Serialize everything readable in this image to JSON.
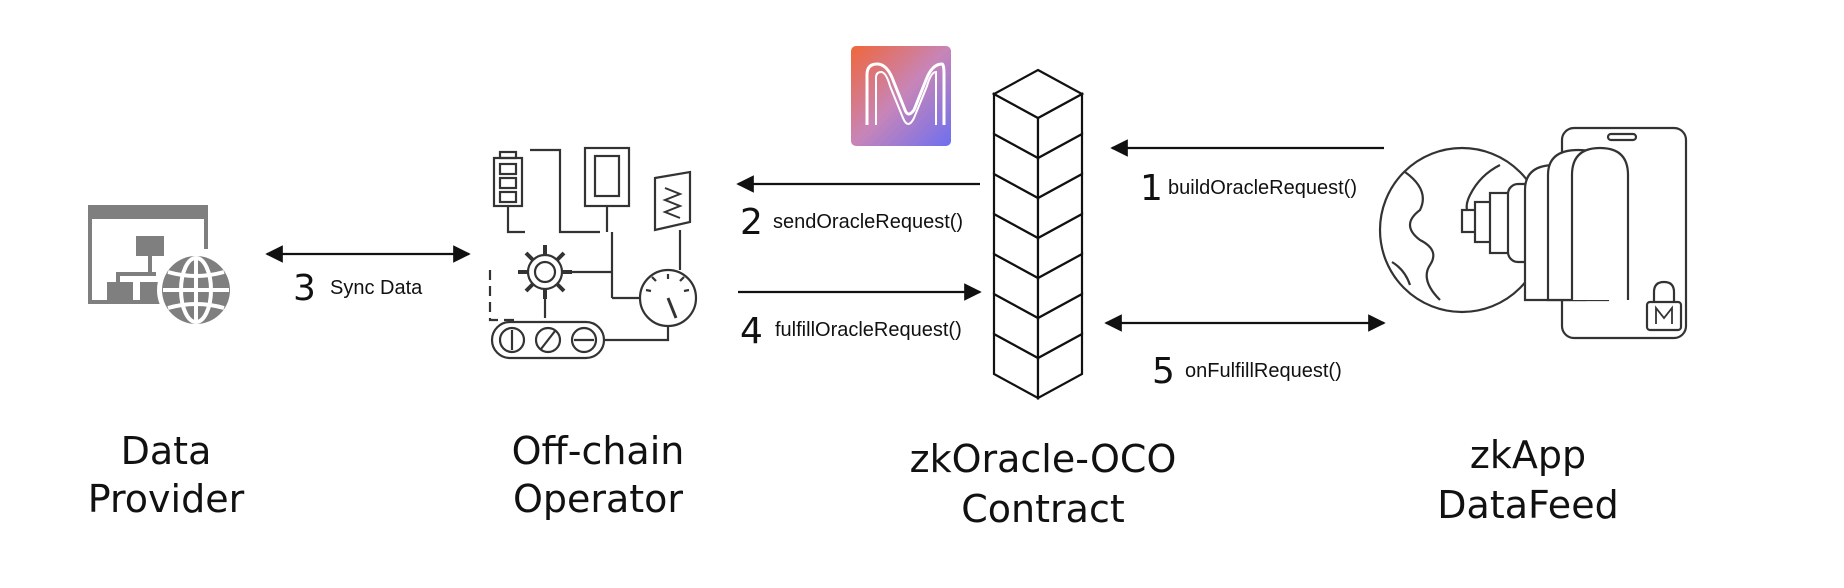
{
  "entities": {
    "data_provider": {
      "line1": "Data",
      "line2": "Provider"
    },
    "operator": {
      "line1": "Off-chain",
      "line2": "Operator"
    },
    "contract": {
      "line1": "zkOracle-OCO",
      "line2": "Contract"
    },
    "datafeed": {
      "line1": "zkApp",
      "line2": "DataFeed"
    }
  },
  "steps": [
    {
      "num": "1",
      "text": "buildOracleRequest()"
    },
    {
      "num": "2",
      "text": "sendOracleRequest()"
    },
    {
      "num": "3",
      "text": "Sync Data"
    },
    {
      "num": "4",
      "text": "fulfillOracleRequest()"
    },
    {
      "num": "5",
      "text": "onFulfillRequest()"
    }
  ],
  "icons": {
    "data_provider": "sitemap-globe-icon",
    "operator": "control-panel-icon",
    "contract": "block-stack-icon",
    "datafeed": "globe-phone-lock-icon",
    "logo": "mina-logo"
  },
  "colors": {
    "icon_gray": "#7f7f7f",
    "line": "#333333",
    "text": "#111111"
  }
}
